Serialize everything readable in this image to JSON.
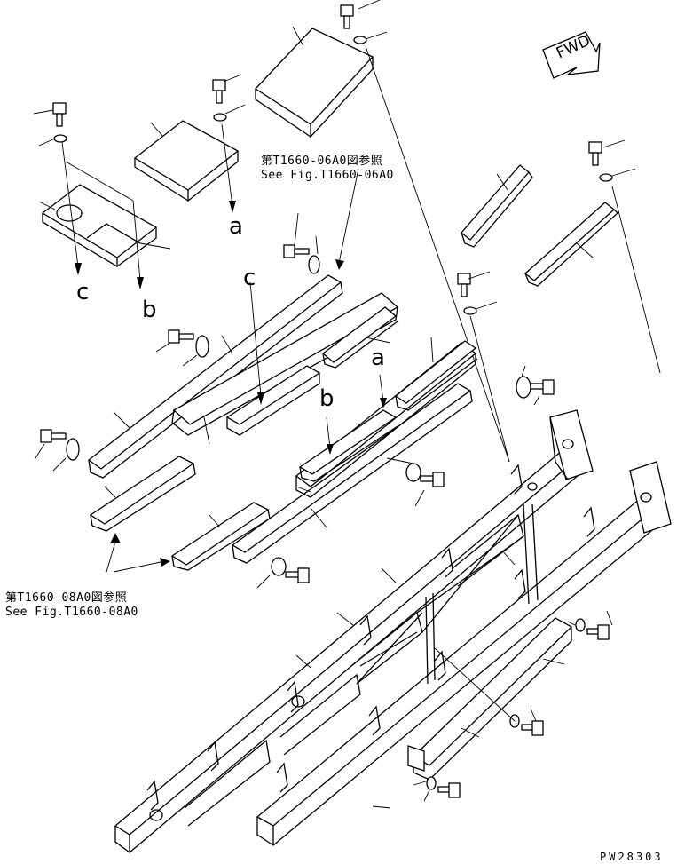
{
  "direction_badge": {
    "text": "FWD"
  },
  "callout_letters": [
    "a",
    "b",
    "c",
    "a",
    "b",
    "c"
  ],
  "references": [
    {
      "jp": "第T1660-06A0図参照",
      "en": "See Fig.T1660-06A0"
    },
    {
      "jp": "第T1660-08A0図参照",
      "en": "See Fig.T1660-08A0"
    }
  ],
  "drawing_code": "PW28303"
}
